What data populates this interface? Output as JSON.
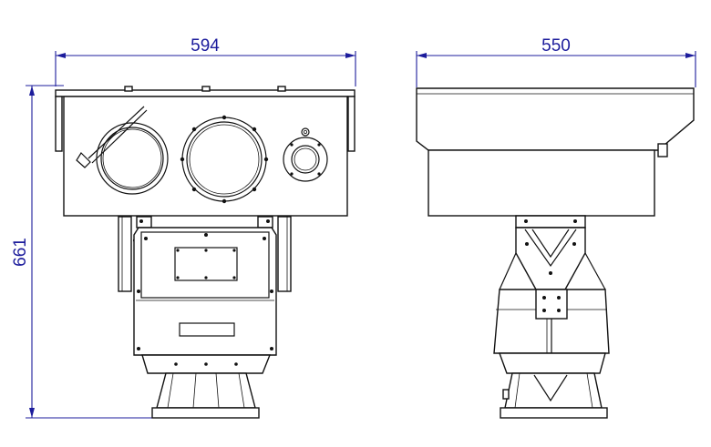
{
  "dimensions": {
    "front_width": "594",
    "side_width": "550",
    "overall_height": "661"
  }
}
